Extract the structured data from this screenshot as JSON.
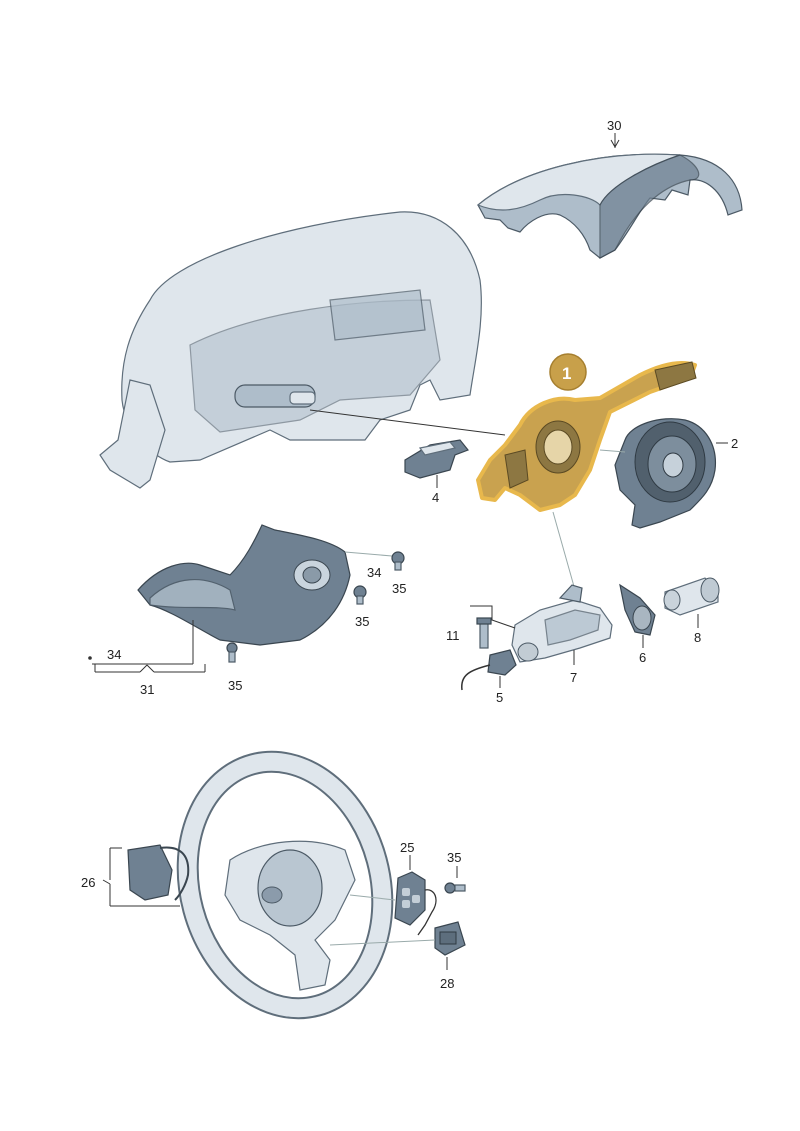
{
  "highlight": {
    "number": "1",
    "color": "#c8a04a"
  },
  "labels": {
    "l30": "30",
    "l2": "2",
    "l4": "4",
    "l34a": "34",
    "l35a": "35",
    "l35b": "35",
    "l34b": "34",
    "l31": "31",
    "l35c": "35",
    "l11": "11",
    "l5": "5",
    "l7": "7",
    "l6": "6",
    "l8": "8",
    "l25": "25",
    "l35d": "35",
    "l26": "26",
    "l28": "28"
  }
}
